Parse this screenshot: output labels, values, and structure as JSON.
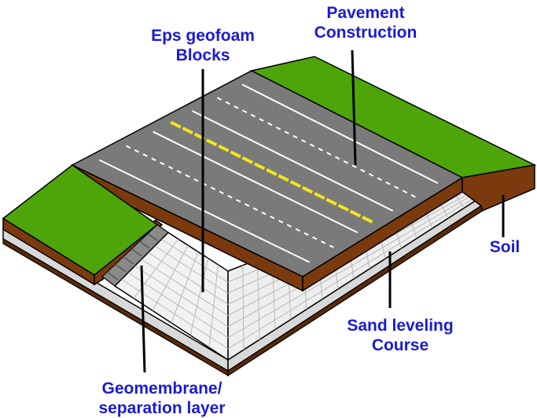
{
  "colors": {
    "label_text": "#1a1ad6",
    "grass": "#4ea50a",
    "grass_side": "#3f8d06",
    "soil": "#7b3a0e",
    "soil_dark": "#5b2a08",
    "pavement": "#7a7a7a",
    "pavement_edge": "#5e5e5e",
    "lane_marking": "#ffffff",
    "center_line": "#f2e51c",
    "geofoam": "#f2f2f2",
    "geofoam_grid": "#b8b8b8",
    "sand": "#d8d8d8",
    "outline": "#000000"
  },
  "labels": {
    "pavement": [
      "Pavement",
      "Construction"
    ],
    "geofoam": [
      "Eps geofoam",
      "Blocks"
    ],
    "soil": [
      "Soil"
    ],
    "sand": [
      "Sand leveling",
      "Course"
    ],
    "geomembrane": [
      "Geomembrane/",
      "separation layer"
    ]
  },
  "icons": {
    "leader_lines": "pointer-line"
  }
}
